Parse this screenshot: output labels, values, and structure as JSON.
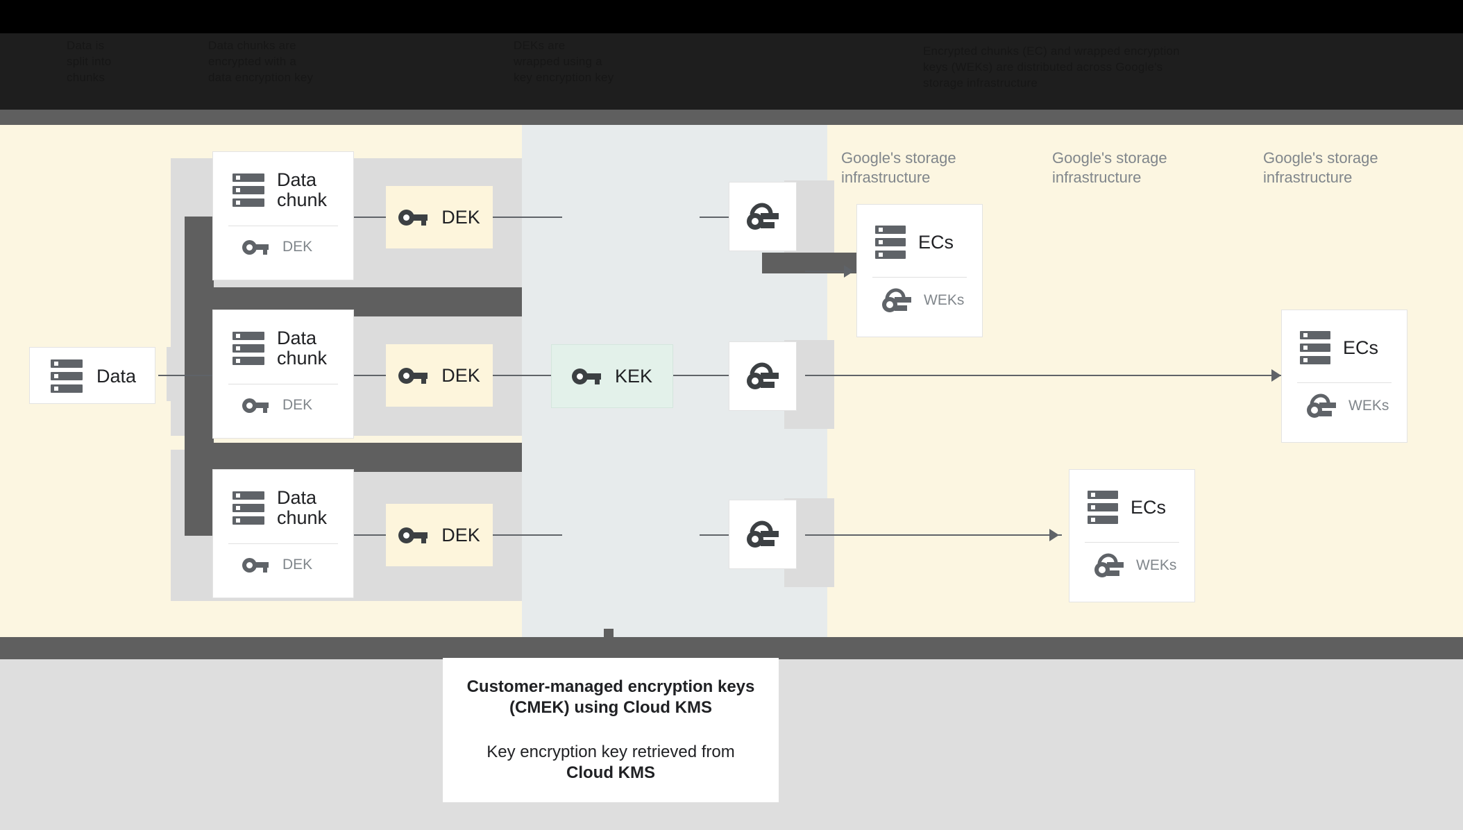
{
  "topbar": {
    "text_blocks": [
      "Data is\nsplit into\nchunks",
      "Data chunks are\nencrypted with a\ndata encryption key",
      "DEKs are\nwrapped using a\nkey encryption key",
      "Encrypted chunks (EC) and wrapped encryption\nkeys (WEKs) are distributed across Google's\nstorage infrastructure"
    ]
  },
  "diagram": {
    "source": {
      "label": "Data",
      "icon": "server-icon"
    },
    "chunks": [
      {
        "label": "Data\nchunk",
        "icon": "server-icon",
        "key_label": "DEK",
        "key_icon": "key-icon"
      },
      {
        "label": "Data\nchunk",
        "icon": "server-icon",
        "key_label": "DEK",
        "key_icon": "key-icon"
      },
      {
        "label": "Data\nchunk",
        "icon": "server-icon",
        "key_label": "DEK",
        "key_icon": "key-icon"
      }
    ],
    "deks": [
      {
        "label": "DEK",
        "icon": "key-icon"
      },
      {
        "label": "DEK",
        "icon": "key-icon"
      },
      {
        "label": "DEK",
        "icon": "key-icon"
      }
    ],
    "kek": {
      "label": "KEK",
      "icon": "key-icon"
    },
    "weks": [
      {
        "icon": "wrapped-key-icon"
      },
      {
        "icon": "wrapped-key-icon"
      },
      {
        "icon": "wrapped-key-icon"
      }
    ],
    "storage_labels": [
      "Google's storage\ninfrastructure",
      "Google's storage\ninfrastructure",
      "Google's storage\ninfrastructure"
    ],
    "stores": [
      {
        "label": "ECs",
        "icon": "server-icon",
        "key_label": "WEKs",
        "key_icon": "wrapped-key-icon"
      },
      {
        "label": "ECs",
        "icon": "server-icon",
        "key_label": "WEKs",
        "key_icon": "wrapped-key-icon"
      },
      {
        "label": "ECs",
        "icon": "server-icon",
        "key_label": "WEKs",
        "key_icon": "wrapped-key-icon"
      }
    ]
  },
  "caption": {
    "title": "Customer-managed encryption keys\n(CMEK) using Cloud KMS",
    "body_line1": "Key encryption key retrieved from",
    "body_line2": "Cloud KMS"
  },
  "colors": {
    "cream": "#FCF6E1",
    "blue_grey": "#E7EBEC",
    "grey_band": "#DCDCDC",
    "dark_overlay": "#5f5f5f",
    "kek_green": "#E3F1EA",
    "dek_cream": "#FDF5DC",
    "icon_grey": "#5f6368",
    "muted_text": "#80868b",
    "footer_grey": "#DEDEDE"
  }
}
